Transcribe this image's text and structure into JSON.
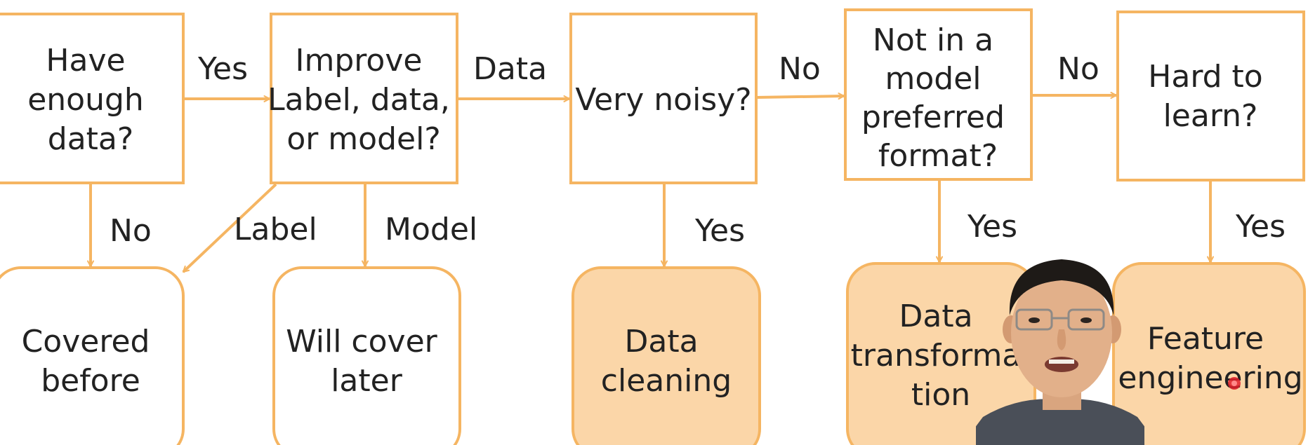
{
  "colors": {
    "stroke": "#F5B562",
    "fill_terminal": "#FBD6A8",
    "text": "#222222",
    "background": "#ffffff",
    "laser_dot": "#E0202A"
  },
  "nodes": {
    "enough_data": {
      "lines": [
        "Have",
        "enough",
        "data?"
      ]
    },
    "improve": {
      "lines": [
        "Improve",
        "Label, data,",
        "or model?"
      ]
    },
    "noisy": {
      "lines": [
        "Very noisy?"
      ]
    },
    "format": {
      "lines": [
        "Not in a",
        "model",
        "preferred",
        "format?"
      ]
    },
    "hard": {
      "lines": [
        "Hard to",
        "learn?"
      ]
    },
    "covered": {
      "lines": [
        "Covered",
        "before"
      ]
    },
    "will_cover": {
      "lines": [
        "Will cover",
        "later"
      ]
    },
    "cleaning": {
      "lines": [
        "Data",
        "cleaning"
      ]
    },
    "transformation": {
      "lines": [
        "Data",
        "transforma",
        "tion"
      ]
    },
    "feature": {
      "lines": [
        "Feature",
        "engineering"
      ]
    }
  },
  "edge_labels": {
    "yes_1": "Yes",
    "data": "Data",
    "no_1": "No",
    "no_2": "No",
    "no_down": "No",
    "label": "Label",
    "model": "Model",
    "yes_clean": "Yes",
    "yes_transform": "Yes",
    "yes_feature": "Yes"
  },
  "presenter": {
    "icon": "presenter-video-overlay"
  }
}
